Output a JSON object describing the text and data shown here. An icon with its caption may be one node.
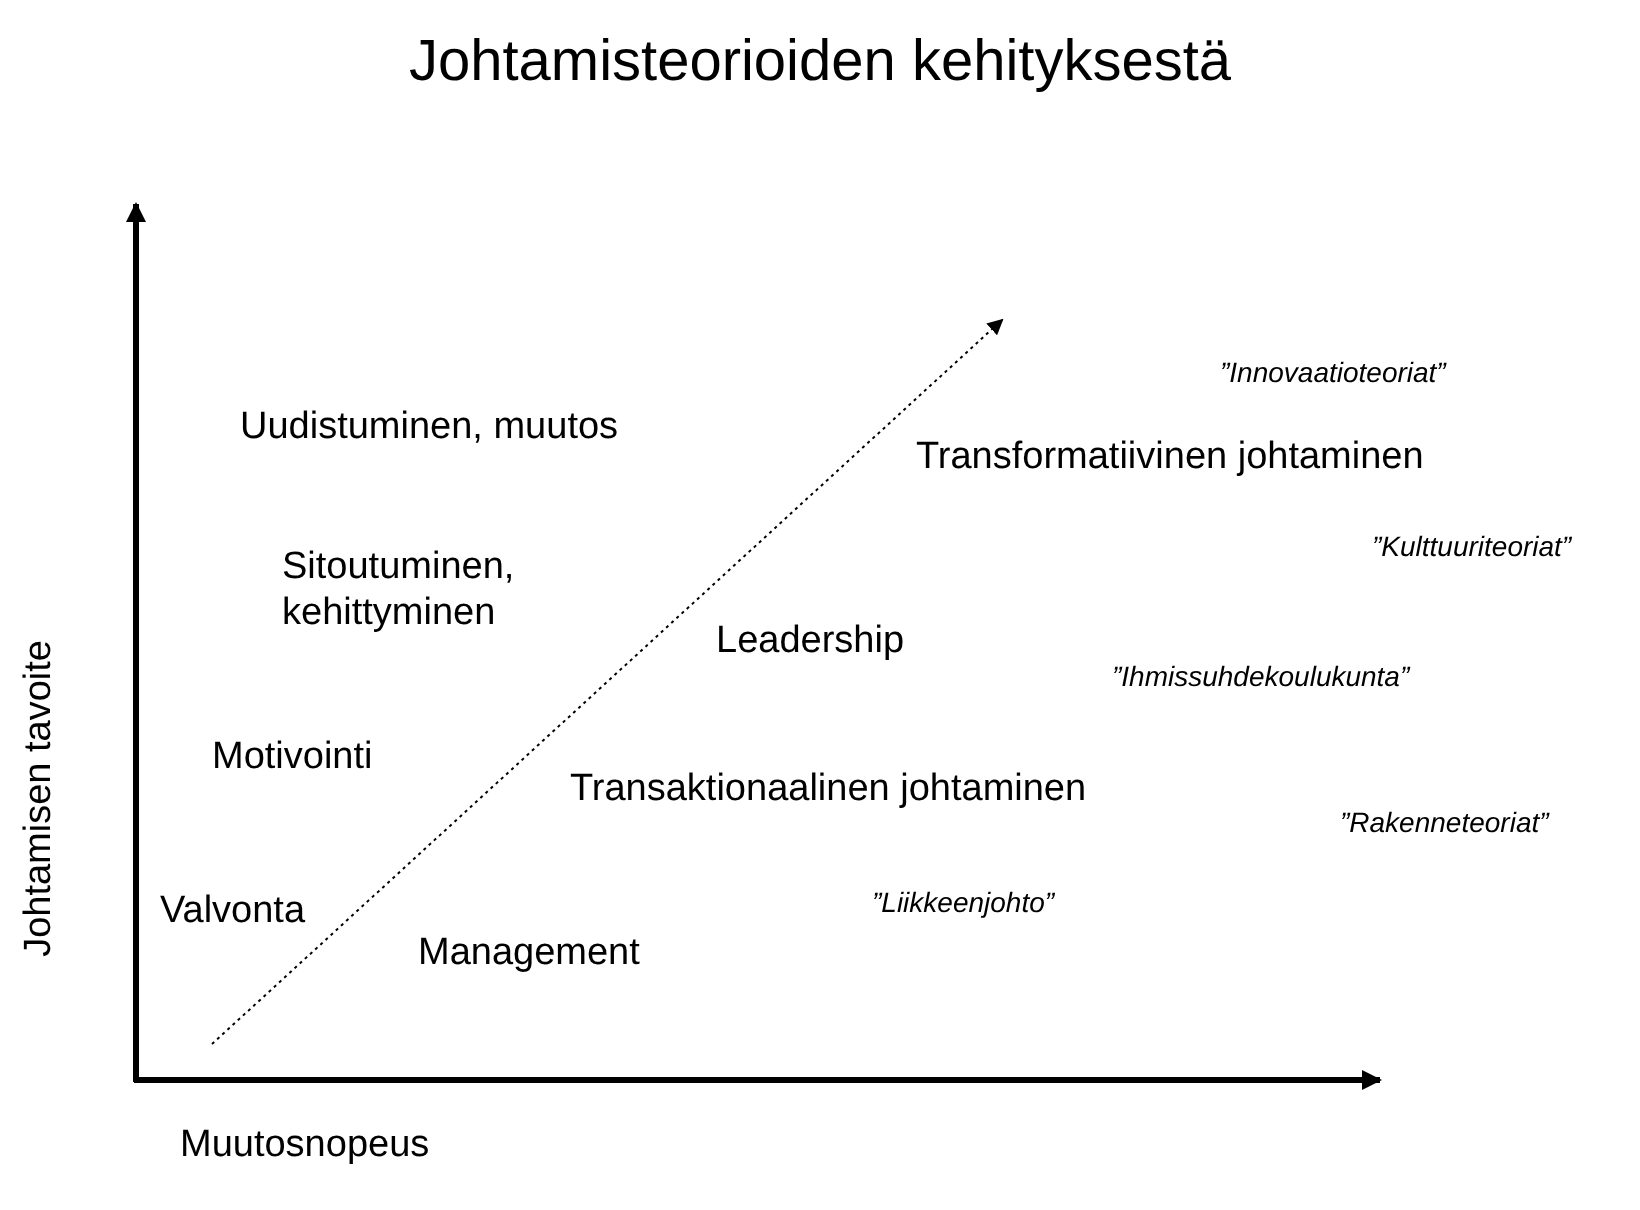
{
  "diagram": {
    "title": "Johtamisteorioiden kehityksestä",
    "labels": [
      "”Innovaatioteoriat”",
      "Uudistuminen, muutos",
      "Transformatiivinen johtaminen",
      "”Kulttuuriteoriat”",
      "Sitoutuminen, kehittyminen",
      "Leadership",
      "”Ihmissuhdekoulukunta”",
      "Johtamisen tavoite",
      "Motivointi",
      "Transaktionaalinen johtaminen",
      "”Rakenneteoriat”",
      "Valvonta",
      "”Liikkeenjohto”",
      "Management",
      "Muutosnopeus"
    ]
  }
}
